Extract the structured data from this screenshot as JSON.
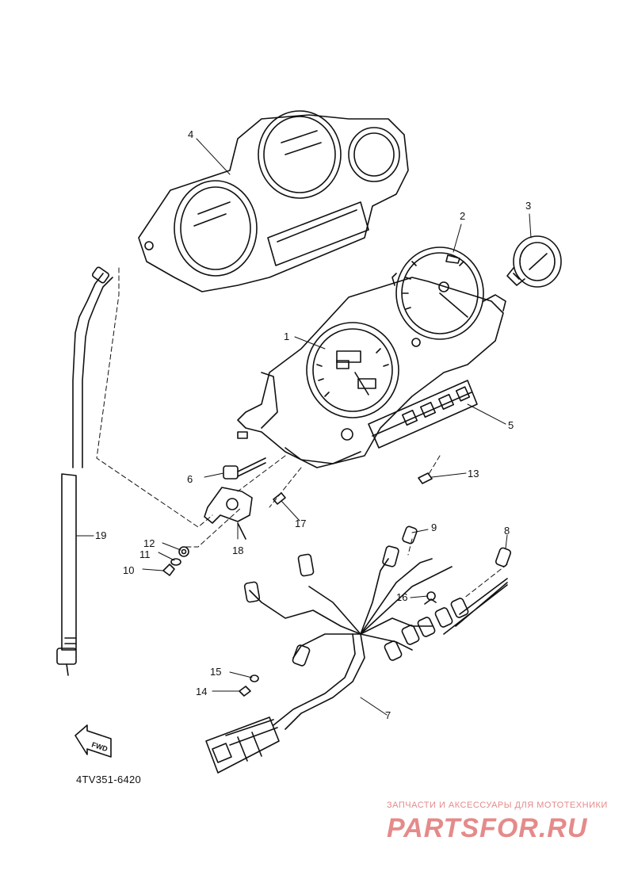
{
  "diagram": {
    "callouts": [
      {
        "id": "1",
        "label": "1"
      },
      {
        "id": "2",
        "label": "2"
      },
      {
        "id": "3",
        "label": "3"
      },
      {
        "id": "4",
        "label": "4"
      },
      {
        "id": "5",
        "label": "5"
      },
      {
        "id": "6",
        "label": "6"
      },
      {
        "id": "7",
        "label": "7"
      },
      {
        "id": "8",
        "label": "8"
      },
      {
        "id": "9",
        "label": "9"
      },
      {
        "id": "10",
        "label": "10"
      },
      {
        "id": "11",
        "label": "11"
      },
      {
        "id": "12",
        "label": "12"
      },
      {
        "id": "13",
        "label": "13"
      },
      {
        "id": "14",
        "label": "14"
      },
      {
        "id": "15",
        "label": "15"
      },
      {
        "id": "16",
        "label": "16"
      },
      {
        "id": "17",
        "label": "17"
      },
      {
        "id": "18",
        "label": "18"
      },
      {
        "id": "19",
        "label": "19"
      }
    ],
    "fwd_label": "FWD",
    "diagram_code": "4TV351-6420"
  },
  "watermark": {
    "tagline": "ЗАПЧАСТИ И АКСЕССУАРЫ ДЛЯ МОТОТЕХНИКИ",
    "logo_text": "PARTSFOR.RU",
    "color": "#e58a8a"
  }
}
